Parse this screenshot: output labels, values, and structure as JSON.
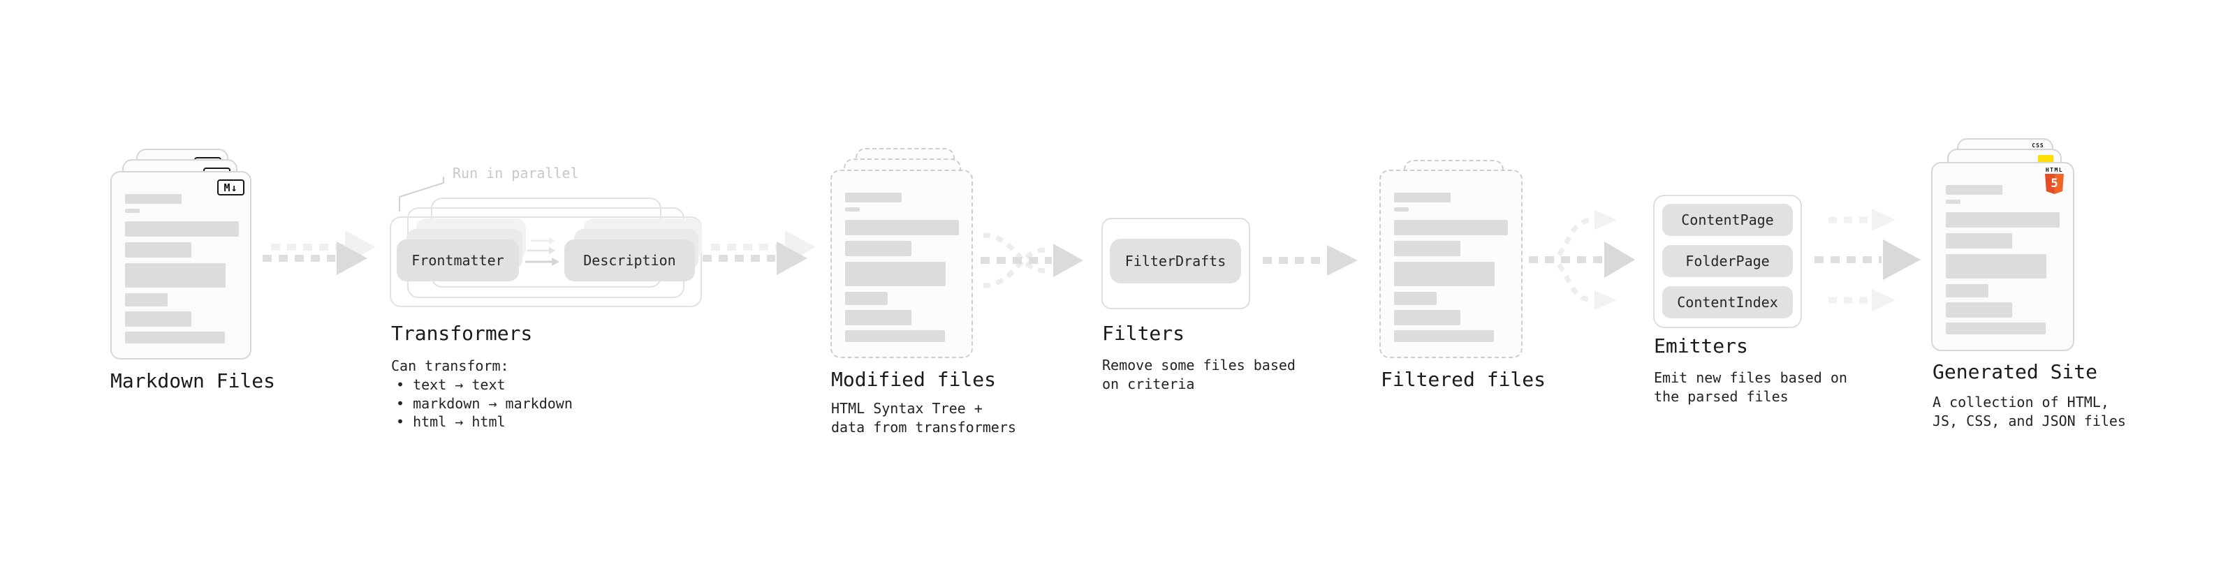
{
  "stages": {
    "markdown_files": {
      "label": "Markdown Files",
      "badge": "M↓"
    },
    "transformers": {
      "label": "Transformers",
      "annotation": "Run in parallel",
      "nodes": [
        "Frontmatter",
        "Description"
      ],
      "description_title": "Can transform:",
      "bullets": [
        "• text → text",
        "• markdown → markdown",
        "• html → html"
      ]
    },
    "modified_files": {
      "label": "Modified files",
      "description": [
        "HTML Syntax Tree +",
        "data from transformers"
      ]
    },
    "filters": {
      "label": "Filters",
      "nodes": [
        "FilterDrafts"
      ],
      "description": [
        "Remove some files based",
        "on criteria"
      ]
    },
    "filtered_files": {
      "label": "Filtered files"
    },
    "emitters": {
      "label": "Emitters",
      "nodes": [
        "ContentPage",
        "FolderPage",
        "ContentIndex"
      ],
      "description": [
        "Emit new files based on",
        "the parsed files"
      ]
    },
    "generated_site": {
      "label": "Generated Site",
      "description": [
        "A collection of HTML,",
        "JS, CSS, and JSON files"
      ],
      "badges": {
        "css": "CSS",
        "html_caption": "HTML",
        "html_number": "5"
      }
    }
  },
  "colors": {
    "html5_orange": "#e44d26",
    "html5_orange_light": "#f16529",
    "js_yellow": "#ffdd00",
    "css_blue": "#2f6ae0",
    "card_border": "#d6d6d6",
    "dashed_border": "#cdcdcd",
    "arrow_gray": "#dedede",
    "arrow_light": "#f0f0f0",
    "annotation_gray": "#c8c8c8"
  }
}
